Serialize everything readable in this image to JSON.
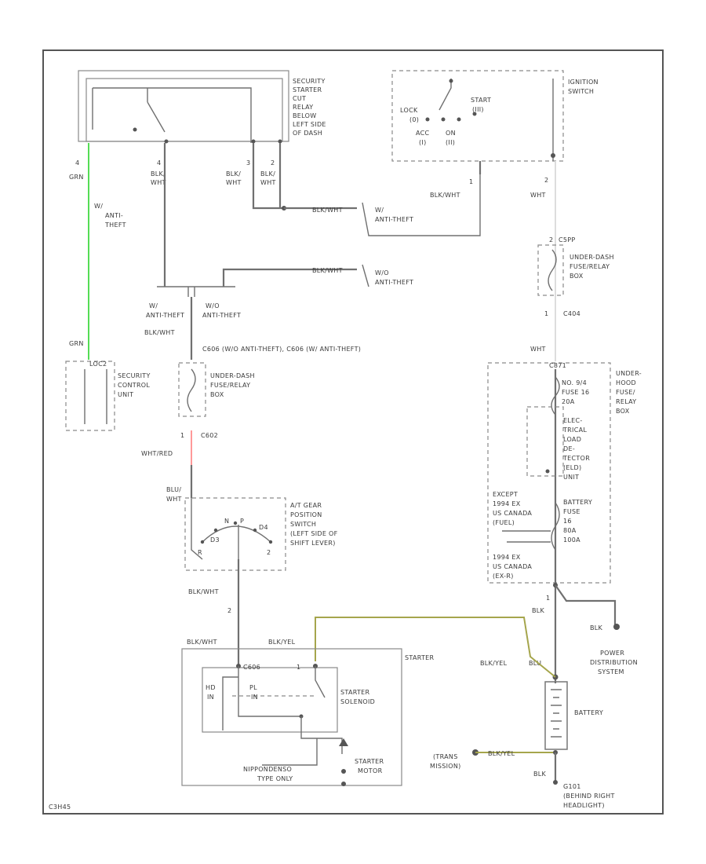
{
  "colors": {
    "wire": "#707070",
    "grn": "#55dd55",
    "red": "#ff9999",
    "yelgrn": "#a5a54c",
    "white": "#dddddd"
  },
  "relay": {
    "title": [
      "SECURITY",
      "STARTER",
      "CUT",
      "RELAY",
      "BELOW",
      "LEFT SIDE",
      "OF DASH"
    ],
    "pins": [
      "4",
      "4",
      "3",
      "2"
    ],
    "wires": [
      "GRN",
      "BLK/",
      "WHT",
      "BLK/",
      "WHT",
      "BLK/",
      "WHT"
    ]
  },
  "ign": {
    "title": [
      "IGNITION",
      "SWITCH"
    ],
    "pos": [
      "LOCK",
      "(0)",
      "ACC",
      "(I)",
      "ON",
      "(II)",
      "START",
      "(III)"
    ],
    "pin": "1",
    "pin2": "2",
    "wire": "BLK/WHT"
  },
  "antitheft": {
    "wo": [
      "W/",
      "ANTI-",
      "THEFT"
    ],
    "wire1": "BLK/WHT",
    "at1": [
      "W/",
      "ANTI-THEFT"
    ],
    "wire2": "BLK/WHT",
    "at2": [
      "W/O",
      "ANTI-THEFT"
    ],
    "bottom_w": [
      "W/",
      "ANTI-THEFT"
    ],
    "bottom_wo": [
      "W/O",
      "ANTI-THEFT"
    ],
    "bottom_wire": "BLK/WHT"
  },
  "security": {
    "grn": "GRN",
    "title": [
      "SECURITY",
      "CONTROL",
      "UNIT"
    ],
    "conn": "LOC2"
  },
  "fuse_left": {
    "conn": "C606 (W/O ANTI-THEFT), C606 (W/ ANTI-THEFT)",
    "title": [
      "UNDER-DASH",
      "FUSE/RELAY",
      "BOX"
    ],
    "pin": "1",
    "conn2": "C602",
    "wire": "WHT/RED"
  },
  "gear": {
    "wire": [
      "BLU/",
      "WHT"
    ],
    "title": [
      "A/T GEAR",
      "POSITION",
      "SWITCH",
      "(LEFT SIDE OF",
      "SHIFT LEVER)"
    ],
    "pos": [
      "N",
      "P",
      "D4",
      "D3",
      "R",
      "2"
    ],
    "bottom_wire": "BLK/WHT",
    "pin": "2"
  },
  "starter": {
    "wire1": "BLK/WHT",
    "wire2": "BLK/YEL",
    "conn": "C606",
    "pin": "1",
    "title": "STARTER",
    "solenoid": [
      "STARTER",
      "SOLENOID"
    ],
    "hold": [
      "HD",
      "IN"
    ],
    "pull": [
      "PL",
      "IN"
    ],
    "motor": [
      "STARTER",
      "MOTOR"
    ],
    "note": [
      "NIPPONDENSO",
      "TYPE ONLY"
    ]
  },
  "fuse_right": {
    "pin1": "2",
    "wire1": "WHT",
    "conn": "C5PP",
    "title": [
      "UNDER-DASH",
      "FUSE/RELAY",
      "BOX"
    ],
    "pin2": "1",
    "conn2": "C404",
    "wire2": "WHT"
  },
  "underhood": {
    "conn": "C871",
    "title": [
      "UNDER-",
      "HOOD",
      "FUSE/",
      "RELAY",
      "BOX"
    ],
    "fuse": [
      "NO. 9/4",
      "FUSE 16",
      "20A"
    ],
    "elec": [
      "ELEC-",
      "TRICAL",
      "LOAD",
      "DE-",
      "TECTOR",
      "(ELD)",
      "UNIT"
    ],
    "except": [
      "EXCEPT",
      "1994 EX",
      "US CANADA",
      "(FUEL)"
    ],
    "battery": [
      "BATTERY",
      "FUSE",
      "16",
      "80A",
      "100A"
    ],
    "ex": [
      "1994 EX",
      "US CANADA",
      "(EX-R)"
    ],
    "pin": "1",
    "wire": "BLK"
  },
  "power": {
    "wire": "BLK",
    "title": [
      "POWER",
      "DISTRIBUTION",
      "SYSTEM"
    ]
  },
  "battery": {
    "wire": "BLK/YEL",
    "wire2": "BLU",
    "title": "BATTERY",
    "trans": [
      "(TRANS",
      "MISSION)"
    ],
    "wire3": "BLK/YEL",
    "ground": "BLK",
    "gnd": [
      "G101",
      "(BEHIND RIGHT",
      "HEADLIGHT)"
    ]
  },
  "code": "C3H45"
}
